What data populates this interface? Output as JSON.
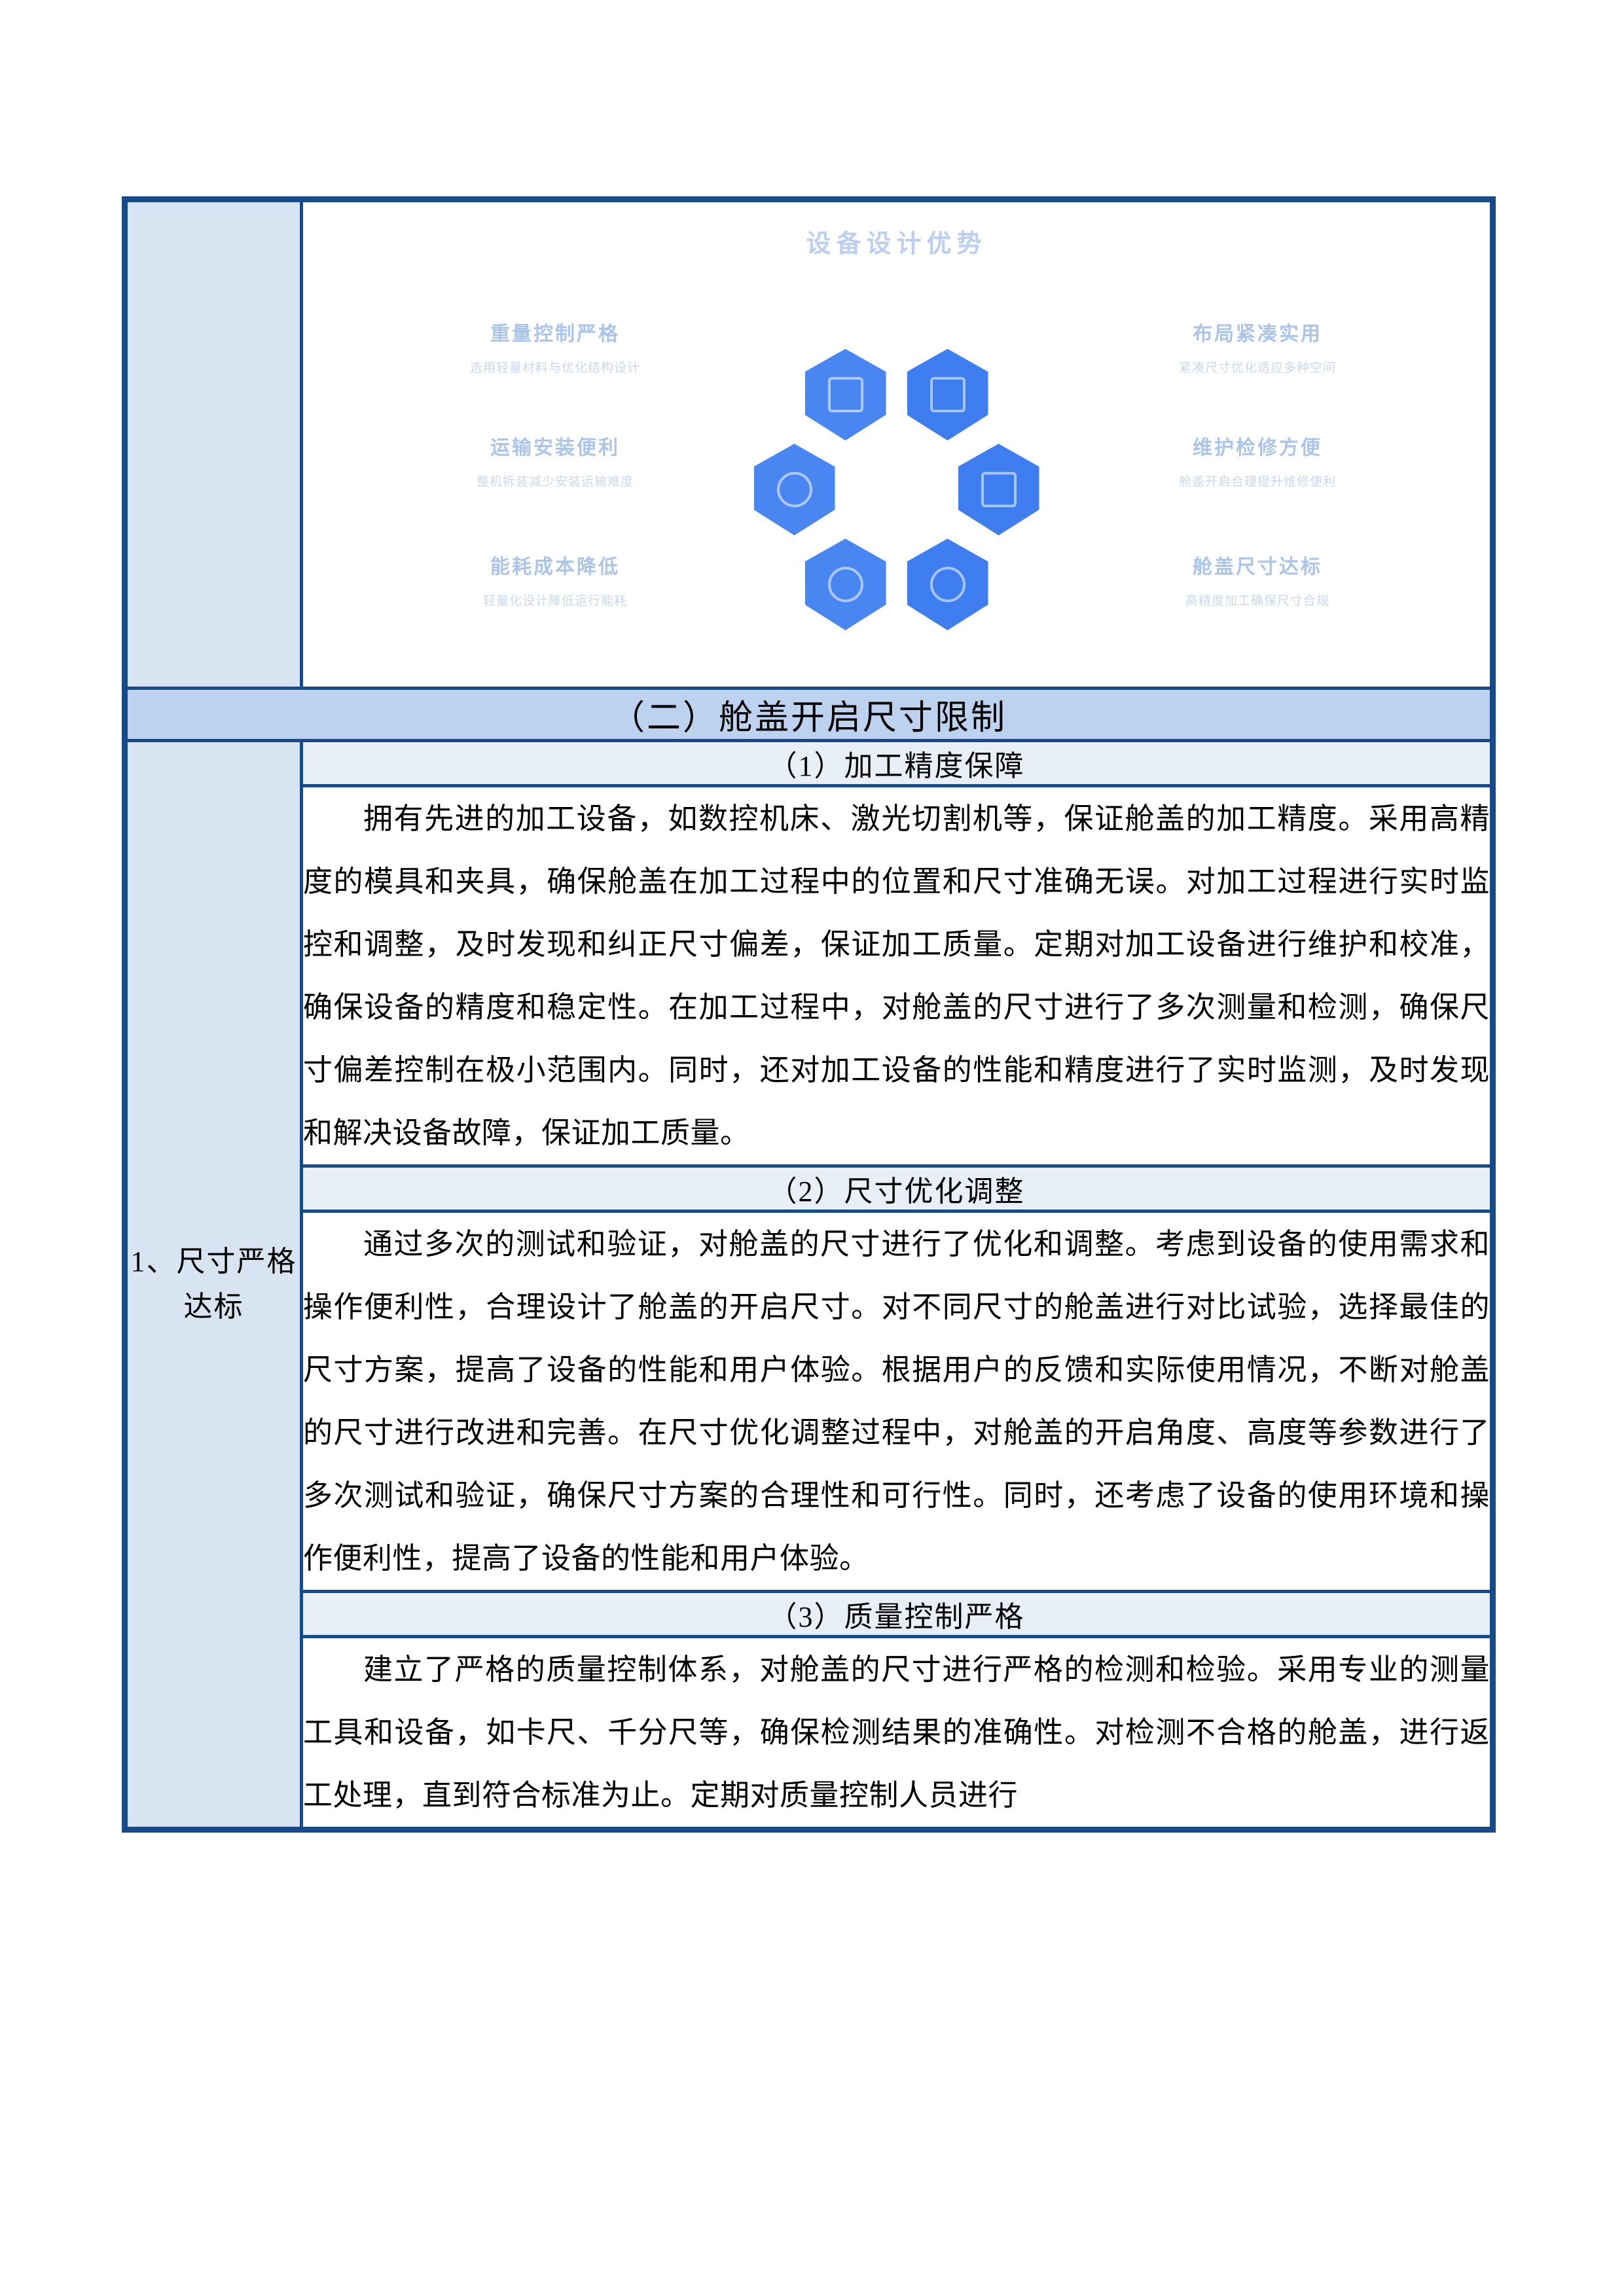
{
  "colors": {
    "border": "#164a8a",
    "label_cell_bg": "#d9e4f2",
    "section_head_bg": "#bdd2ee",
    "sub_head_bg": "#e8eff7",
    "hex_blue": "#3f7ef0",
    "figure_title": "#b9cdf0"
  },
  "figure": {
    "title": "设备设计优势",
    "items": [
      {
        "title": "重量控制严格",
        "subtitle": "选用轻量材料与优化结构设计",
        "side": "left",
        "row": "a",
        "icon": "weight-hex-icon"
      },
      {
        "title": "布局紧凑实用",
        "subtitle": "紧凑尺寸优化适应多种空间",
        "side": "right",
        "row": "a",
        "icon": "layout-hex-icon"
      },
      {
        "title": "运输安装便利",
        "subtitle": "整机拆装减少安装运输难度",
        "side": "left",
        "row": "b",
        "icon": "transport-hex-icon"
      },
      {
        "title": "维护检修方便",
        "subtitle": "舱盖开启合理提升维修便利",
        "side": "right",
        "row": "b",
        "icon": "maintenance-hex-icon"
      },
      {
        "title": "能耗成本降低",
        "subtitle": "轻量化设计降低运行能耗",
        "side": "left",
        "row": "c",
        "icon": "energy-hex-icon"
      },
      {
        "title": "舱盖尺寸达标",
        "subtitle": "高精度加工确保尺寸合规",
        "side": "right",
        "row": "c",
        "icon": "dimension-hex-icon"
      }
    ]
  },
  "section": {
    "heading": "（二）舱盖开启尺寸限制",
    "row_label": "1、尺寸严格达标"
  },
  "subsections": [
    {
      "heading": "（1）加工精度保障",
      "body": "拥有先进的加工设备，如数控机床、激光切割机等，保证舱盖的加工精度。采用高精度的模具和夹具，确保舱盖在加工过程中的位置和尺寸准确无误。对加工过程进行实时监控和调整，及时发现和纠正尺寸偏差，保证加工质量。定期对加工设备进行维护和校准，确保设备的精度和稳定性。在加工过程中，对舱盖的尺寸进行了多次测量和检测，确保尺寸偏差控制在极小范围内。同时，还对加工设备的性能和精度进行了实时监测，及时发现和解决设备故障，保证加工质量。"
    },
    {
      "heading": "（2）尺寸优化调整",
      "body": "通过多次的测试和验证，对舱盖的尺寸进行了优化和调整。考虑到设备的使用需求和操作便利性，合理设计了舱盖的开启尺寸。对不同尺寸的舱盖进行对比试验，选择最佳的尺寸方案，提高了设备的性能和用户体验。根据用户的反馈和实际使用情况，不断对舱盖的尺寸进行改进和完善。在尺寸优化调整过程中，对舱盖的开启角度、高度等参数进行了多次测试和验证，确保尺寸方案的合理性和可行性。同时，还考虑了设备的使用环境和操作便利性，提高了设备的性能和用户体验。"
    },
    {
      "heading": "（3）质量控制严格",
      "body": "建立了严格的质量控制体系，对舱盖的尺寸进行严格的检测和检验。采用专业的测量工具和设备，如卡尺、千分尺等，确保检测结果的准确性。对检测不合格的舱盖，进行返工处理，直到符合标准为止。定期对质量控制人员进行"
    }
  ]
}
